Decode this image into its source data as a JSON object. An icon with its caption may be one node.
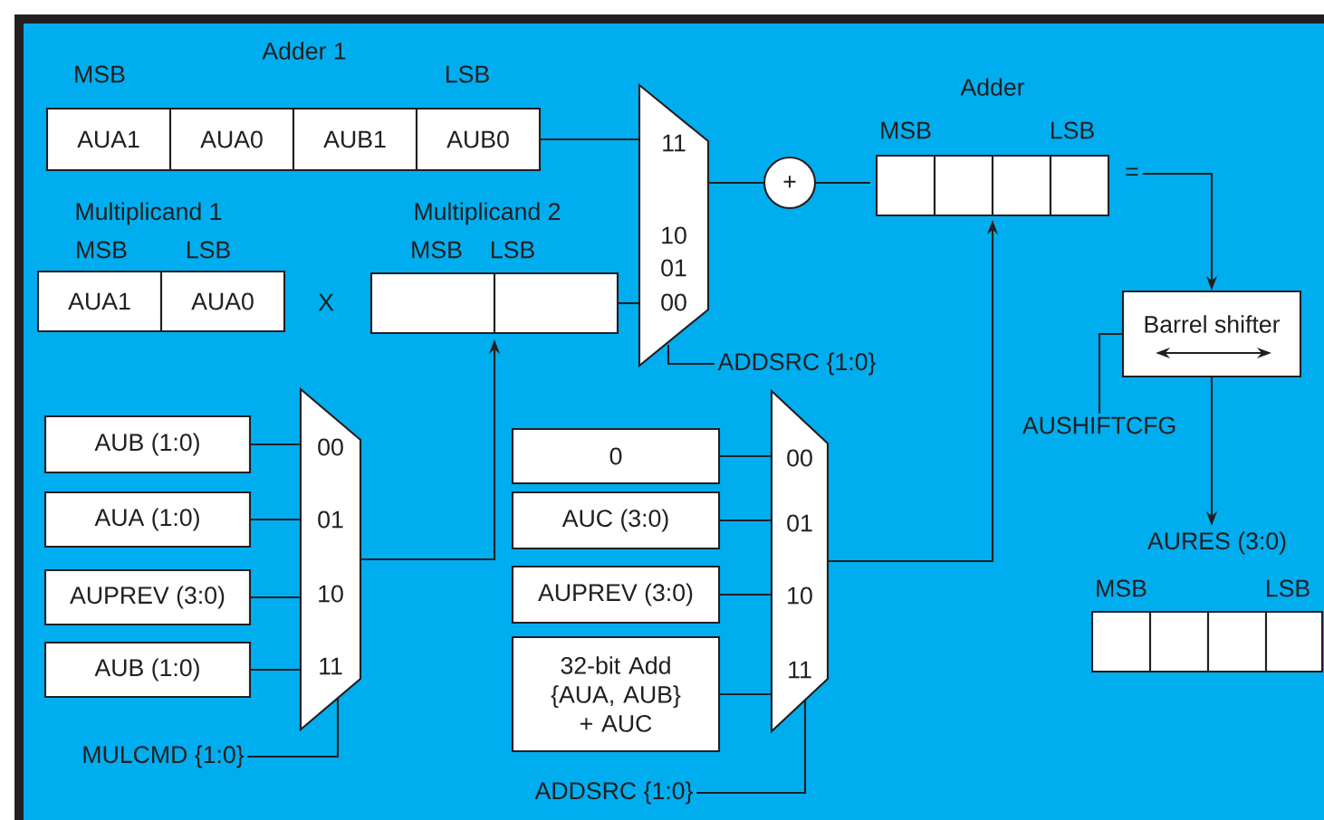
{
  "diagram": {
    "nodes": [
      {
        "text": [
          "Adder 1",
          "MSB",
          "LSB"
        ]
      },
      {
        "text": [
          "AUA1"
        ],
        "in": 0
      },
      {
        "text": [
          "AUA0"
        ],
        "in": 0
      },
      {
        "text": [
          "AUB1"
        ],
        "in": 0
      },
      {
        "text": [
          "AUB0"
        ],
        "in": 0
      },
      {
        "text": [
          "Multiplicand 1",
          "MSB",
          "LSB"
        ]
      },
      {
        "text": [
          "AUA1"
        ],
        "in": 5
      },
      {
        "text": [
          "AUA0"
        ],
        "in": 5
      },
      {
        "text": [
          "Multiplicand 2",
          "MSB",
          "LSB"
        ]
      },
      {
        "text": [],
        "shape": "box",
        "in": 8
      },
      {
        "text": [],
        "shape": "box",
        "in": 8
      },
      {
        "text": [
          "11",
          "10",
          "01",
          "00"
        ]
      },
      {
        "text": [
          "ADDSRC {1:0}"
        ]
      },
      {
        "text": [
          "+"
        ]
      },
      {
        "text": [
          "Adder",
          "MSB",
          "LSB"
        ]
      },
      {
        "text": [],
        "shape": "box",
        "in": 14
      },
      {
        "text": [],
        "shape": "box",
        "in": 14
      },
      {
        "text": [],
        "shape": "box",
        "in": 14
      },
      {
        "text": [],
        "shape": "box",
        "in": 14
      },
      {
        "text": [
          "="
        ]
      },
      {
        "text": [
          "Barrel shifter"
        ]
      },
      {
        "text": [
          "AUSHIFTCFG"
        ]
      },
      {
        "text": [
          "AURES (3:0)",
          "MSB",
          "LSB"
        ]
      },
      {
        "text": [],
        "shape": "box",
        "in": 22
      },
      {
        "text": [],
        "shape": "box",
        "in": 22
      },
      {
        "text": [],
        "shape": "box",
        "in": 22
      },
      {
        "text": [],
        "shape": "box",
        "in": 22
      },
      {
        "text": [
          "AUB (1:0)"
        ]
      },
      {
        "text": [
          "AUA (1:0)"
        ]
      },
      {
        "text": [
          "AUPREV (3:0)"
        ]
      },
      {
        "text": [
          "AUB (1:0)"
        ]
      },
      {
        "text": [
          "00",
          "01",
          "10",
          "11"
        ]
      },
      {
        "text": [
          "MULCMD {1:0}"
        ]
      },
      {
        "text": [
          "0"
        ]
      },
      {
        "text": [
          "AUC (3:0)"
        ]
      },
      {
        "text": [
          "AUPREV (3:0)"
        ]
      },
      {
        "text": [
          "32-bit Add {AUA, AUB} + AUC"
        ]
      },
      {
        "text": [
          "00",
          "01",
          "10",
          "11"
        ]
      },
      {
        "text": [
          "ADDSRC {1:0}"
        ]
      }
    ],
    "edges": [
      {
        "from": 4,
        "to": 11,
        "arrow": "none"
      },
      {
        "from": 10,
        "to": 11,
        "arrow": "none"
      },
      {
        "from": 12,
        "to": 11,
        "arrow": "none"
      },
      {
        "from": 11,
        "to": 13,
        "arrow": "none"
      },
      {
        "from": 13,
        "to": 14,
        "arrow": "none"
      },
      {
        "from": 19,
        "to": 20,
        "arrow": "to"
      },
      {
        "from": 21,
        "to": 20,
        "arrow": "none"
      },
      {
        "from": 20,
        "to": 22,
        "arrow": "to"
      },
      {
        "from": 27,
        "to": 31,
        "arrow": "none"
      },
      {
        "from": 28,
        "to": 31,
        "arrow": "none"
      },
      {
        "from": 29,
        "to": 31,
        "arrow": "none"
      },
      {
        "from": 30,
        "to": 31,
        "arrow": "none"
      },
      {
        "from": 31,
        "to": 8,
        "arrow": "to"
      },
      {
        "from": 32,
        "to": 31,
        "arrow": "none"
      },
      {
        "from": 33,
        "to": 37,
        "arrow": "none"
      },
      {
        "from": 34,
        "to": 37,
        "arrow": "none"
      },
      {
        "from": 35,
        "to": 37,
        "arrow": "none"
      },
      {
        "from": 36,
        "to": 37,
        "arrow": "none"
      },
      {
        "from": 37,
        "to": 14,
        "arrow": "to"
      },
      {
        "from": 38,
        "to": 37,
        "arrow": "none"
      }
    ],
    "labels": [
      "X"
    ]
  }
}
